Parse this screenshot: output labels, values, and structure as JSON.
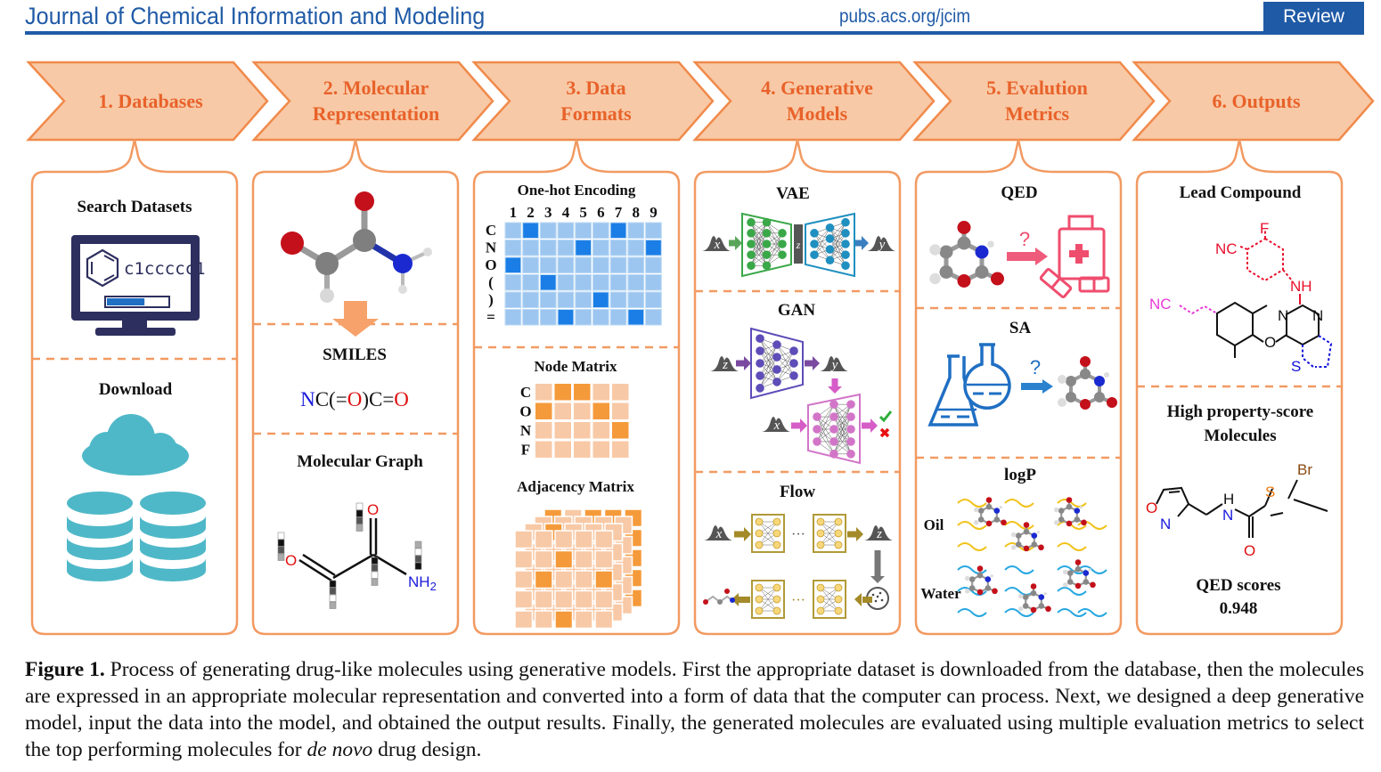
{
  "header": {
    "journal_title": "Journal of Chemical Information and Modeling",
    "url": "pubs.acs.org/jcim",
    "article_type": "Review"
  },
  "colors": {
    "brand_blue": "#1f5aa6",
    "step_fill": "#f8c9a6",
    "step_stroke": "#f08a4b",
    "step_text": "#e8622a",
    "panel_stroke": "#f29a62"
  },
  "steps": [
    {
      "line1": "1. Databases",
      "line2": ""
    },
    {
      "line1": "2. Molecular",
      "line2": "Representation"
    },
    {
      "line1": "3. Data",
      "line2": "Formats"
    },
    {
      "line1": "4. Generative",
      "line2": "Models"
    },
    {
      "line1": "5. Evalution",
      "line2": "Metrics"
    },
    {
      "line1": "6. Outputs",
      "line2": ""
    }
  ],
  "panel1": {
    "search_title": "Search Datasets",
    "screen_text": "c1ccccc1",
    "progress_fraction": 0.62,
    "download_title": "Download"
  },
  "panel2": {
    "smiles_title": "SMILES",
    "smiles_parts": [
      {
        "text": "N",
        "color": "#1a1adc"
      },
      {
        "text": "C(=",
        "color": "#111111"
      },
      {
        "text": "O",
        "color": "#e01010"
      },
      {
        "text": ")C=",
        "color": "#111111"
      },
      {
        "text": "O",
        "color": "#e01010"
      }
    ],
    "graph_title": "Molecular Graph",
    "graph_atoms": {
      "o1": "O",
      "o2": "O",
      "n": "NH",
      "n_sub": "2"
    }
  },
  "panel3": {
    "onehot_title": "One-hot Encoding",
    "onehot_cols": [
      "1",
      "2",
      "3",
      "4",
      "5",
      "6",
      "7",
      "8",
      "9"
    ],
    "onehot_rows": [
      "C",
      "N",
      "O",
      "(",
      ")",
      "="
    ],
    "onehot_active": [
      [
        2,
        7
      ],
      [
        5,
        9
      ],
      [
        1
      ],
      [
        3
      ],
      [
        6
      ],
      [
        4,
        8
      ]
    ],
    "node_title": "Node Matrix",
    "node_rows": [
      "C",
      "O",
      "N",
      "F"
    ],
    "node_active": [
      [
        2,
        3
      ],
      [
        1,
        4
      ],
      [
        5
      ],
      []
    ],
    "adj_title": "Adjacency Matrix",
    "adj_active": [
      [
        2,
        3
      ],
      [
        3,
        2
      ],
      [
        3,
        5
      ],
      [
        5,
        3
      ]
    ]
  },
  "panel4": {
    "vae_title": "VAE",
    "gan_title": "GAN",
    "flow_title": "Flow",
    "var_x": "x",
    "var_y": "y",
    "var_z": "z"
  },
  "panel5": {
    "qed_title": "QED",
    "sa_title": "SA",
    "logp_title": "logP",
    "question_mark": "?",
    "oil_label": "Oil",
    "water_label": "Water"
  },
  "panel6": {
    "lead_title": "Lead Compound",
    "lead_atoms": {
      "f": "F",
      "nc_red": "NC",
      "nh": "NH",
      "nc_pink": "NC",
      "n1": "N",
      "n2": "N",
      "o": "O",
      "s": "S"
    },
    "high_title_line1": "High property-score",
    "high_title_line2": "Molecules",
    "mol_atoms": {
      "o_ring": "O",
      "n_ring": "N",
      "h": "H",
      "n_amide": "N",
      "s": "S",
      "br": "Br",
      "o_carbonyl": "O"
    },
    "qed_label": "QED scores",
    "qed_value": "0.948"
  },
  "caption": {
    "label": "Figure 1.",
    "text_before_italic": " Process of generating drug-like molecules using generative models. First the appropriate dataset is downloaded from the database, then the molecules are expressed in an appropriate molecular representation and converted into a form of data that the computer can process. Next, we designed a deep generative model, input the data into the model, and obtained the output results. Finally, the generated molecules are evaluated using multiple evaluation metrics to select the top performing molecules for ",
    "italic": "de novo",
    "text_after_italic": " drug design."
  }
}
